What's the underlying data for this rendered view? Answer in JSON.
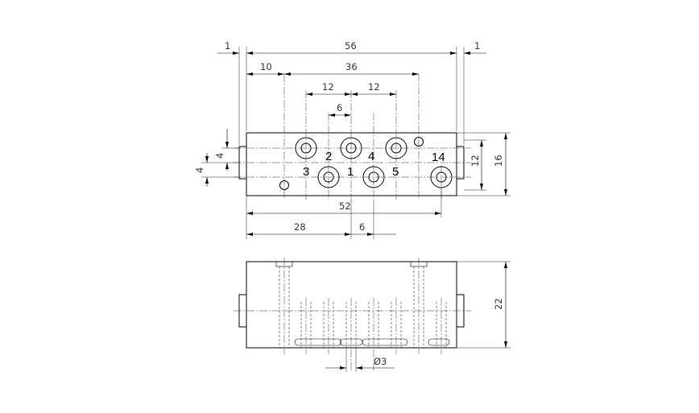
{
  "dimensions": {
    "overall_width": "56",
    "left_gap": "1",
    "right_gap": "1",
    "edge_to_first_row": "10",
    "first_to_last_row": "36",
    "pitch_a": "12",
    "pitch_b": "12",
    "offset": "6",
    "inner_height": "12",
    "outer_height": "16",
    "upper_offset": "4",
    "lower_offset": "4",
    "base_length": "52",
    "lower_pos": "28",
    "lower_step": "6",
    "side_height": "22",
    "bore_diameter": "Ø3"
  },
  "ports": {
    "p2": "2",
    "p4": "4",
    "p3": "3",
    "p1": "1",
    "p5": "5",
    "p14": "14"
  }
}
